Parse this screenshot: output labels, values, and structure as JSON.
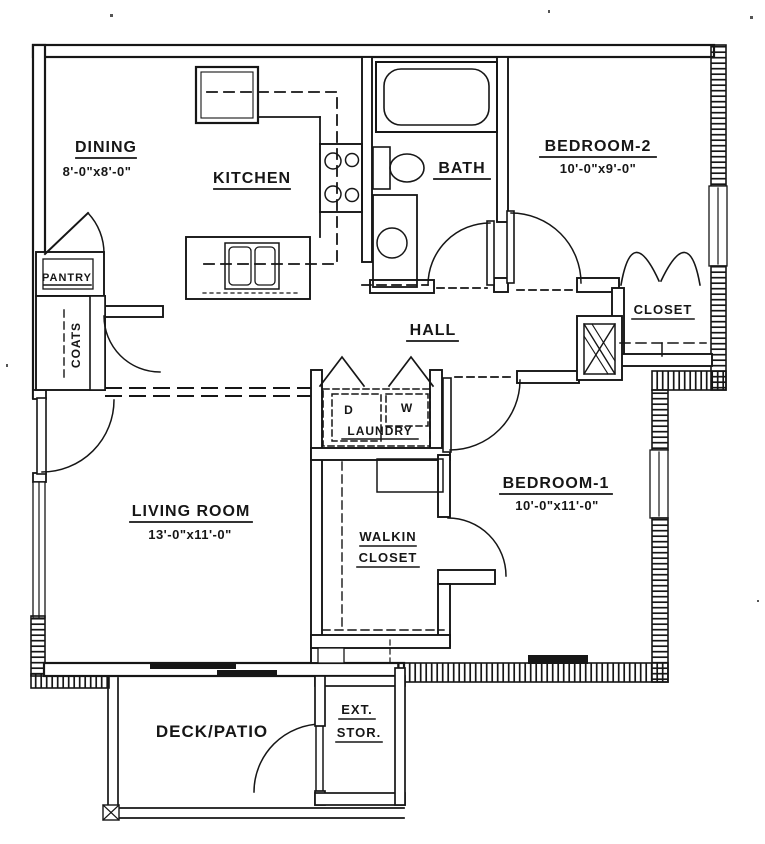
{
  "meta": {
    "drawing_type": "apartment floor plan",
    "style": "black-ink scanned blueprint"
  },
  "colors": {
    "ink": "#161616",
    "paper": "#ffffff"
  },
  "rooms": {
    "dining": {
      "name": "DINING",
      "dims": "8'-0\"x8'-0\""
    },
    "kitchen": {
      "name": "KITCHEN"
    },
    "bath": {
      "name": "BATH"
    },
    "bedroom2": {
      "name": "BEDROOM-2",
      "dims": "10'-0\"x9'-0\""
    },
    "pantry": {
      "name": "PANTRY"
    },
    "coats": {
      "name": "COATS"
    },
    "hall": {
      "name": "HALL"
    },
    "closet2": {
      "name": "CLOSET"
    },
    "laundry": {
      "name": "LAUNDRY",
      "dryer": "D",
      "washer": "W"
    },
    "living": {
      "name": "LIVING ROOM",
      "dims": "13'-0\"x11'-0\""
    },
    "walkin": {
      "line1": "WALKIN",
      "line2": "CLOSET"
    },
    "bedroom1": {
      "name": "BEDROOM-1",
      "dims": "10'-0\"x11'-0\""
    },
    "deck": {
      "name": "DECK/PATIO"
    },
    "extstor": {
      "line1": "EXT.",
      "line2": "STOR."
    }
  }
}
